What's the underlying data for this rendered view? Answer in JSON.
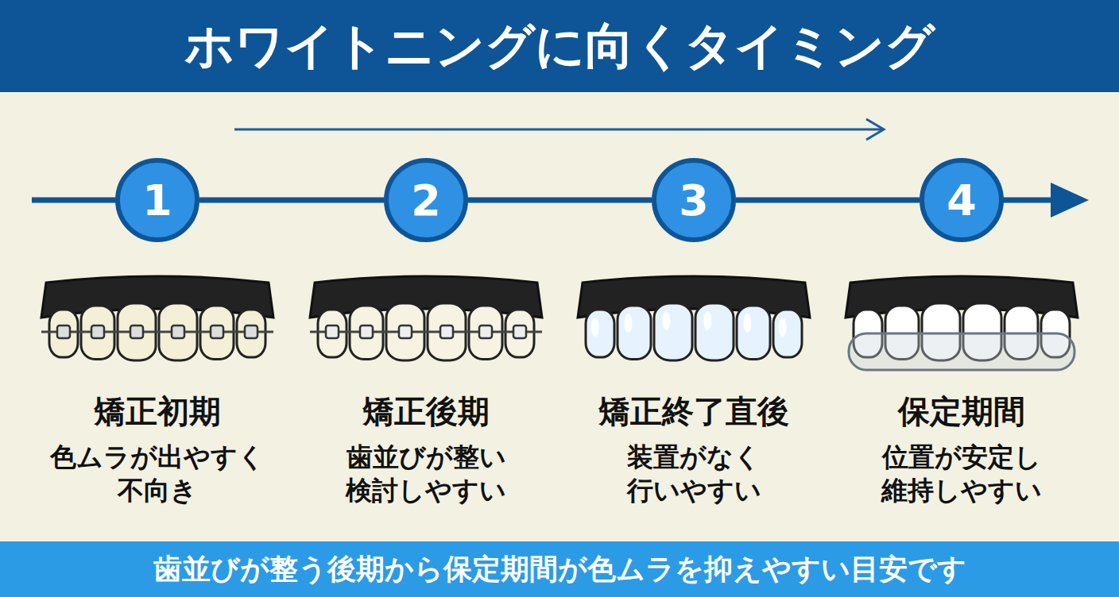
{
  "diagram": {
    "title": "ホワイトニングに向くタイミング",
    "caption": "歯並びが整う後期から保定期間が色ムラを抑えやすい目安です",
    "nodes": [
      {
        "text": [
          "1"
        ]
      },
      {
        "text": [
          "2"
        ]
      },
      {
        "text": [
          "3"
        ]
      },
      {
        "text": [
          "4"
        ]
      }
    ],
    "edges": [
      {
        "from": 0,
        "to": 1,
        "arrow": "none"
      },
      {
        "from": 1,
        "to": 2,
        "arrow": "none"
      },
      {
        "from": 2,
        "to": 3,
        "arrow": "none"
      }
    ],
    "labels": [
      "矯正初期",
      "色ムラが出やすく 不向き",
      "矯正後期",
      "歯並びが整い 検討しやすい",
      "矯正終了直後",
      "装置がなく 行いやすい",
      "保定期間",
      "位置が安定し 維持しやすい"
    ]
  }
}
